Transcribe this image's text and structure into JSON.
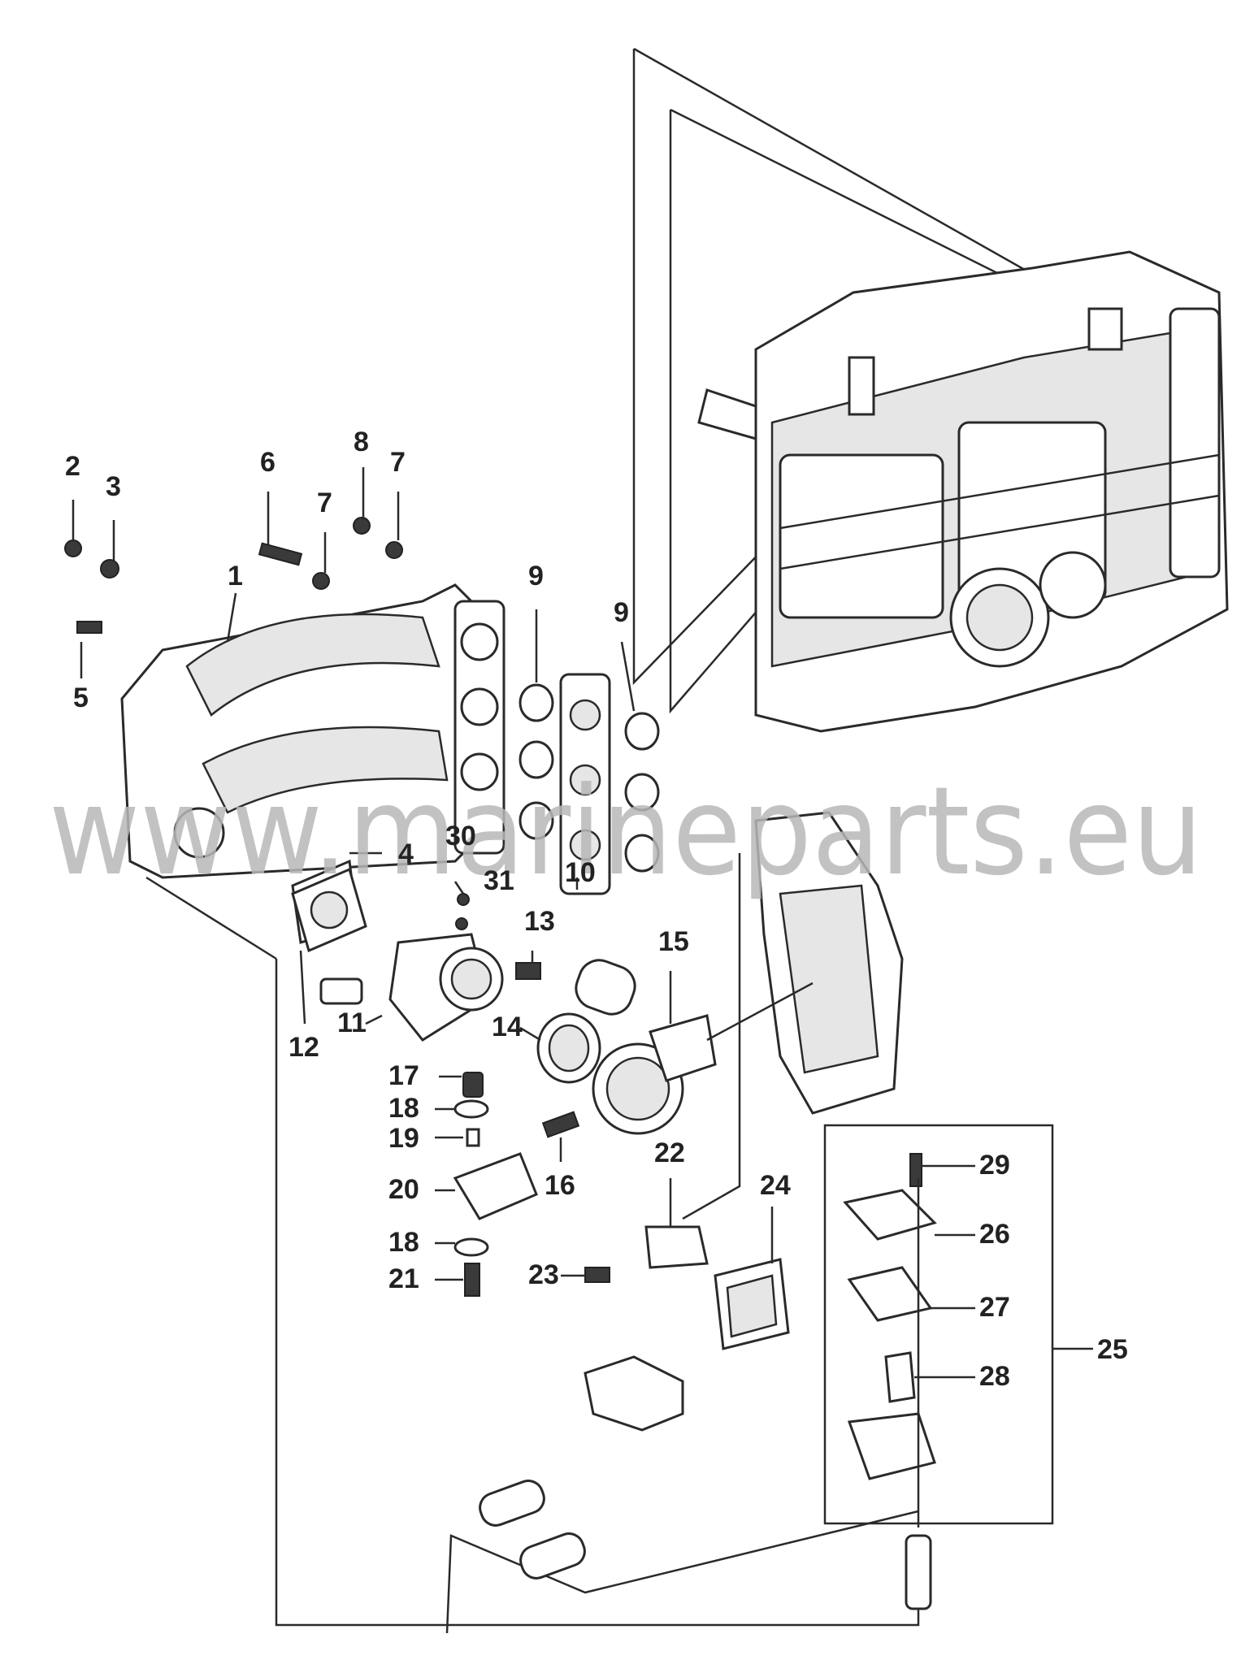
{
  "watermark": "www.marineparts.eu",
  "callouts": [
    {
      "id": "c1",
      "text": "1"
    },
    {
      "id": "c2",
      "text": "2"
    },
    {
      "id": "c3",
      "text": "3"
    },
    {
      "id": "c4",
      "text": "4"
    },
    {
      "id": "c5",
      "text": "5"
    },
    {
      "id": "c6",
      "text": "6"
    },
    {
      "id": "c7a",
      "text": "7"
    },
    {
      "id": "c7b",
      "text": "7"
    },
    {
      "id": "c8",
      "text": "8"
    },
    {
      "id": "c9a",
      "text": "9"
    },
    {
      "id": "c9b",
      "text": "9"
    },
    {
      "id": "c10",
      "text": "10"
    },
    {
      "id": "c11",
      "text": "11"
    },
    {
      "id": "c12",
      "text": "12"
    },
    {
      "id": "c13",
      "text": "13"
    },
    {
      "id": "c14",
      "text": "14"
    },
    {
      "id": "c15",
      "text": "15"
    },
    {
      "id": "c16",
      "text": "16"
    },
    {
      "id": "c17",
      "text": "17"
    },
    {
      "id": "c18a",
      "text": "18"
    },
    {
      "id": "c18b",
      "text": "18"
    },
    {
      "id": "c19",
      "text": "19"
    },
    {
      "id": "c20",
      "text": "20"
    },
    {
      "id": "c21",
      "text": "21"
    },
    {
      "id": "c22",
      "text": "22"
    },
    {
      "id": "c23",
      "text": "23"
    },
    {
      "id": "c24",
      "text": "24"
    },
    {
      "id": "c25",
      "text": "25"
    },
    {
      "id": "c26",
      "text": "26"
    },
    {
      "id": "c27",
      "text": "27"
    },
    {
      "id": "c28",
      "text": "28"
    },
    {
      "id": "c29",
      "text": "29"
    },
    {
      "id": "c30",
      "text": "30"
    },
    {
      "id": "c31",
      "text": "31"
    }
  ]
}
